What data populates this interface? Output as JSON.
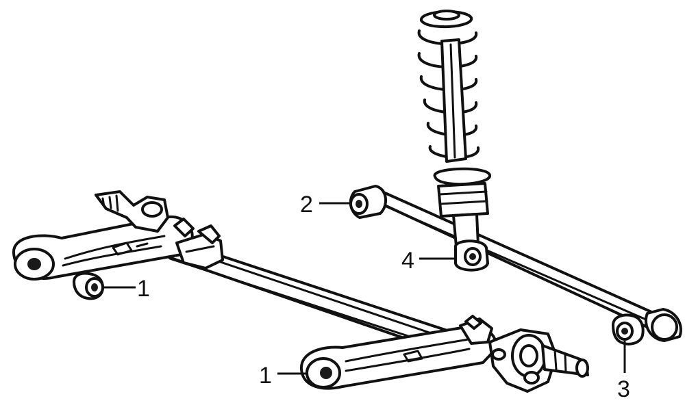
{
  "diagram": {
    "callouts": [
      {
        "id": "callout-1-upper",
        "label": "1"
      },
      {
        "id": "callout-1-lower",
        "label": "1"
      },
      {
        "id": "callout-2",
        "label": "2"
      },
      {
        "id": "callout-3",
        "label": "3"
      },
      {
        "id": "callout-4",
        "label": "4"
      }
    ]
  }
}
